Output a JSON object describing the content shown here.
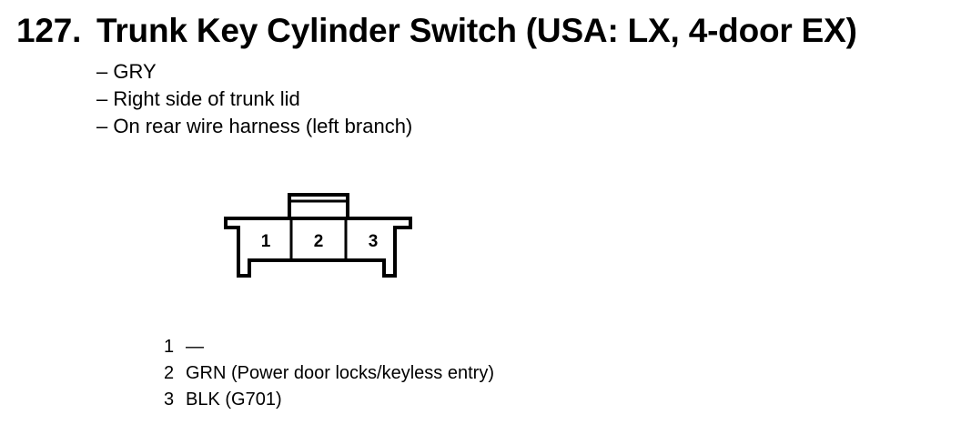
{
  "title": {
    "number": "127.",
    "text": "Trunk Key Cylinder Switch (USA: LX, 4-door EX)"
  },
  "info": [
    "– GRY",
    "– Right side of trunk lid",
    "– On rear wire harness (left branch)"
  ],
  "connector": {
    "pins": [
      "1",
      "2",
      "3"
    ]
  },
  "pin_list": [
    {
      "pin": "1",
      "desc": "—"
    },
    {
      "pin": "2",
      "desc": "GRN (Power door locks/keyless entry)"
    },
    {
      "pin": "3",
      "desc": "BLK (G701)"
    }
  ]
}
